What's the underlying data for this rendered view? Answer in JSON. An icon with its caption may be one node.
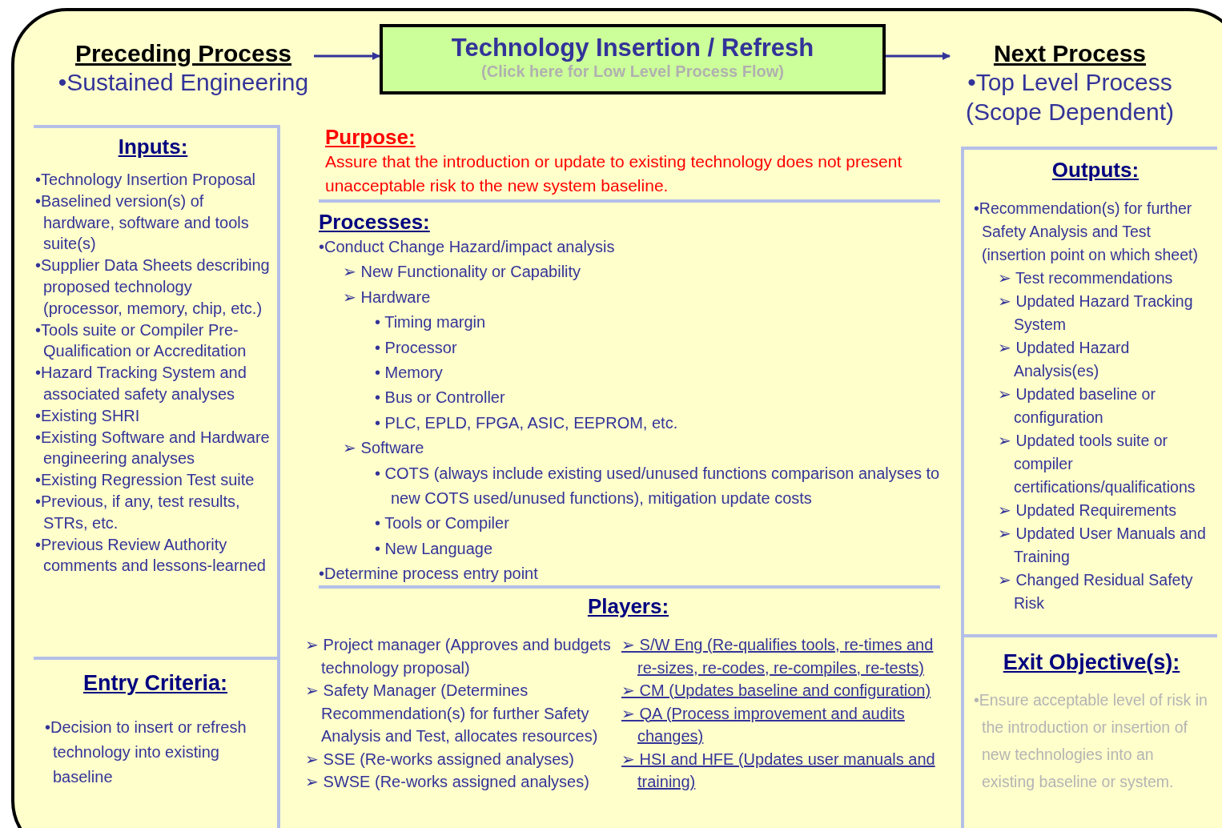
{
  "diagram": {
    "nodes": [
      {
        "text": [
          "Preceding Process",
          "•Sustained Engineering"
        ]
      },
      {
        "text": [
          "Technology Insertion / Refresh",
          "(Click here for Low Level Process Flow)"
        ]
      },
      {
        "text": [
          "Next Process",
          "•Top Level Process (Scope Dependent)"
        ]
      },
      {
        "text": [
          "Inputs:",
          "•Technology Insertion Proposal",
          "•Baselined version(s) of hardware, software and tools suite(s)",
          "•Supplier Data Sheets describing proposed technology (processor, memory, chip, etc.)",
          "•Tools suite or Compiler Pre-Qualification or Accreditation",
          "•Hazard Tracking System and associated safety analyses",
          "•Existing SHRI",
          "•Existing Software and Hardware engineering analyses",
          "•Existing Regression Test suite",
          "•Previous, if any, test results, STRs, etc.",
          "•Previous Review Authority comments and lessons-learned"
        ]
      },
      {
        "text": [
          "Entry Criteria:",
          "•Decision to insert or refresh technology into existing baseline"
        ]
      },
      {
        "text": [
          "Purpose:",
          "Assure that the introduction or update to existing technology does not present unacceptable risk to the new system baseline."
        ]
      },
      {
        "text": [
          "Processes:",
          "•Conduct Change Hazard/impact analysis",
          "➢ New Functionality or Capability",
          "➢ Hardware",
          "• Timing margin",
          "• Processor",
          "• Memory",
          "• Bus or Controller",
          "• PLC, EPLD, FPGA, ASIC, EEPROM, etc.",
          "➢ Software",
          "• COTS (always include existing used/unused functions comparison analyses to new COTS used/unused functions), mitigation update costs",
          "• Tools or Compiler",
          "• New Language",
          "•Determine process entry point"
        ]
      },
      {
        "text": [
          "Players:",
          "➢ Project manager (Approves and budgets technology proposal)",
          "➢ Safety Manager (Determines Recommendation(s) for further Safety Analysis and Test, allocates resources)",
          "➢ SSE (Re-works assigned analyses)",
          "➢ SWSE (Re-works assigned analyses)",
          "➢ S/W Eng (Re-qualifies tools, re-times and re-sizes, re-codes, re-compiles, re-tests)",
          "➢ CM (Updates baseline and configuration)",
          "➢ QA (Process improvement and audits changes)",
          "➢ HSI and HFE (Updates user manuals and training)"
        ]
      },
      {
        "text": [
          "Outputs:",
          "•Recommendation(s) for further Safety Analysis and Test (insertion point on which sheet)",
          "➢ Test recommendations",
          "➢ Updated Hazard Tracking System",
          "➢ Updated Hazard Analysis(es)",
          "➢ Updated baseline or configuration",
          "➢ Updated tools suite or compiler certifications/qualifications",
          "➢ Updated Requirements",
          "➢ Updated User Manuals and Training",
          "➢ Changed Residual Safety Risk"
        ]
      },
      {
        "text": [
          "Exit Objective(s):",
          "•Ensure acceptable level of risk in the introduction or insertion of new technologies into an existing baseline or system."
        ]
      }
    ],
    "edges": [
      {
        "from": 0,
        "to": 1,
        "arrow": "to"
      },
      {
        "from": 1,
        "to": 2,
        "arrow": "to"
      }
    ]
  }
}
